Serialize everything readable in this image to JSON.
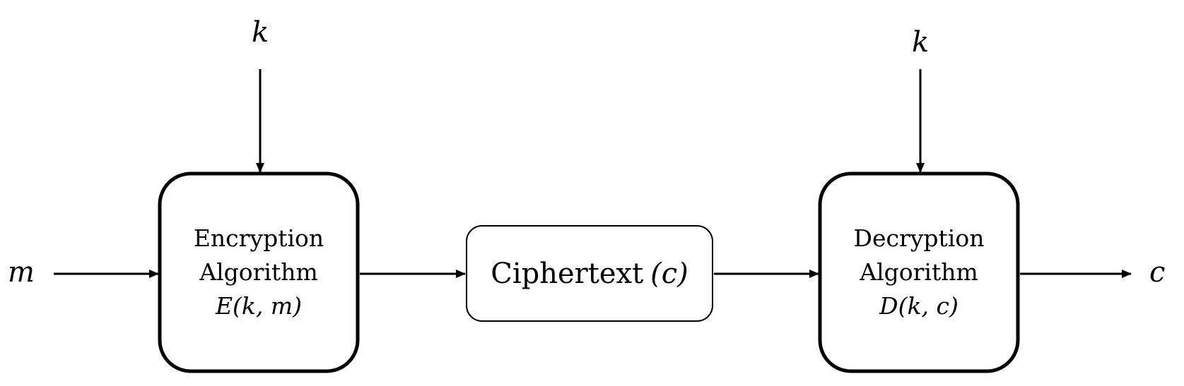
{
  "diagram": {
    "input_message": "m",
    "output": "c",
    "key_encrypt": "k",
    "key_decrypt": "k",
    "encryption_box": {
      "line1": "Encryption",
      "line2": "Algorithm",
      "formula": "E(k, m)"
    },
    "ciphertext_box": {
      "label": "Ciphertext",
      "formula": "(c)"
    },
    "decryption_box": {
      "line1": "Decryption",
      "line2": "Algorithm",
      "formula": "D(k, c)"
    }
  }
}
